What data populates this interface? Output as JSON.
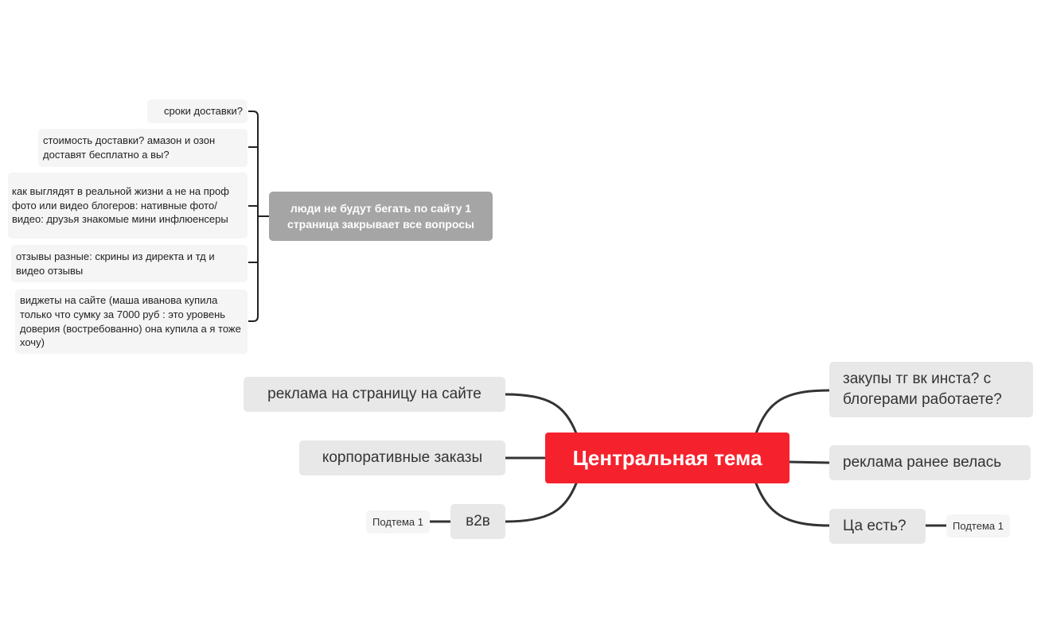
{
  "central": "Центральная тема",
  "left_main": [
    "реклама на страницу на сайте",
    "корпоративные заказы",
    "в2в"
  ],
  "right_main": [
    "закупы тг вк инста? с блогерами работаете?",
    "реклама ранее велась",
    "Ца есть?"
  ],
  "subtopics": {
    "left": "Подтема 1",
    "right": "Подтема 1"
  },
  "group": {
    "title": "люди не будут бегать по сайту 1 страница закрывает все вопросы",
    "items": [
      "сроки доставки?",
      "стоимость доставки? амазон и озон доставят бесплатно а вы?",
      "как выглядят в реальной жизни а не на проф фото или видео блогеров: нативные фото/видео: друзья знакомые мини инфлюенсеры",
      "отзывы разные: скрины из директа и тд и видео отзывы",
      "виджеты на сайте (маша иванова купила только что сумку за 7000 руб : это уровень доверия (востребованно) она купила а я тоже хочу)"
    ]
  },
  "colors": {
    "central": "#f5222d",
    "main_node": "#e8e8e8",
    "group_node": "#a5a5a5",
    "sub_node": "#f5f5f5",
    "connector": "#333333"
  }
}
